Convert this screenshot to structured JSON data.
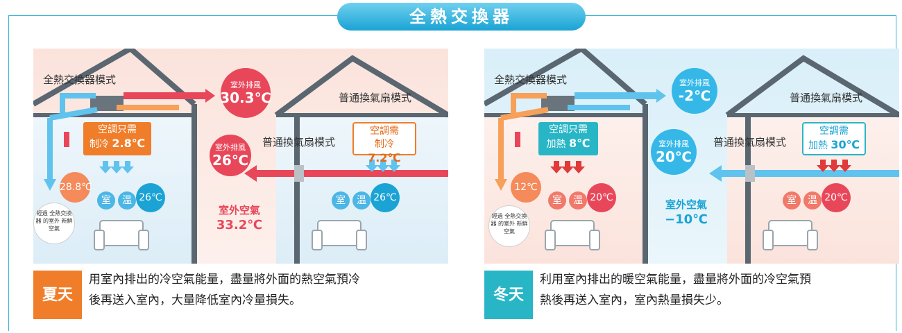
{
  "title": "全熱交換器",
  "summer": {
    "mode_total_heat": "全熱交換器模式",
    "mode_normal_upper": "普通換氣扇模式",
    "mode_normal_mid": "普通換氣扇模式",
    "exhaust_top_label": "室外排風",
    "exhaust_top_temp": "30.3℃",
    "exhaust_mid_label": "室外排風",
    "exhaust_mid_temp": "26℃",
    "ac_left_line1": "空調只需",
    "ac_left_line2_prefix": "制冷",
    "ac_left_line2_value": "2.8℃",
    "ac_right_line1": "空調需",
    "ac_right_line2_prefix": "制冷",
    "ac_right_line2_value": "7.2℃",
    "fresh_air_temp": "28.8℃",
    "room_char1": "室",
    "room_char2": "温",
    "room_temp_left": "26℃",
    "room_temp_right": "26℃",
    "fresh_air_note": "經過 全熱交換器 的室外 新鮮空氣",
    "outside_label": "室外空氣",
    "outside_temp": "33.2℃",
    "season_label": "夏天",
    "description_line1": "用室內排出的冷空氣能量，盡量將外面的熱空氣預冷",
    "description_line2": "後再送入室內，大量降低室內冷量損失。"
  },
  "winter": {
    "mode_total_heat": "全熱交換器模式",
    "mode_normal_upper": "普通換氣扇模式",
    "mode_normal_mid": "普通換氣扇模式",
    "exhaust_top_label": "室外排風",
    "exhaust_top_temp": "-2℃",
    "exhaust_mid_label": "室外排風",
    "exhaust_mid_temp": "20℃",
    "ac_left_line1": "空調只需",
    "ac_left_line2_prefix": "加熱",
    "ac_left_line2_value": "8℃",
    "ac_right_line1": "空調需",
    "ac_right_line2_prefix": "加熱",
    "ac_right_line2_value": "30℃",
    "fresh_air_temp": "12℃",
    "room_char1": "室",
    "room_char2": "温",
    "room_temp_left": "20℃",
    "room_temp_right": "20℃",
    "fresh_air_note": "經過 全熱交換器 的室外 新鮮空氣",
    "outside_label": "室外空氣",
    "outside_temp": "−10℃",
    "season_label": "冬天",
    "description_line1": "利用室內排出的暖空氣能量，盡量將外面的冷空氣預",
    "description_line2": "熱後再送入室內，室內熱量損失少。"
  },
  "colors": {
    "accent_blue": "#1aa3d4",
    "summer_orange": "#f07d2a",
    "winter_cyan": "#28b6c6",
    "hot_red": "#e8475a",
    "cold_blue": "#35b8e8"
  }
}
